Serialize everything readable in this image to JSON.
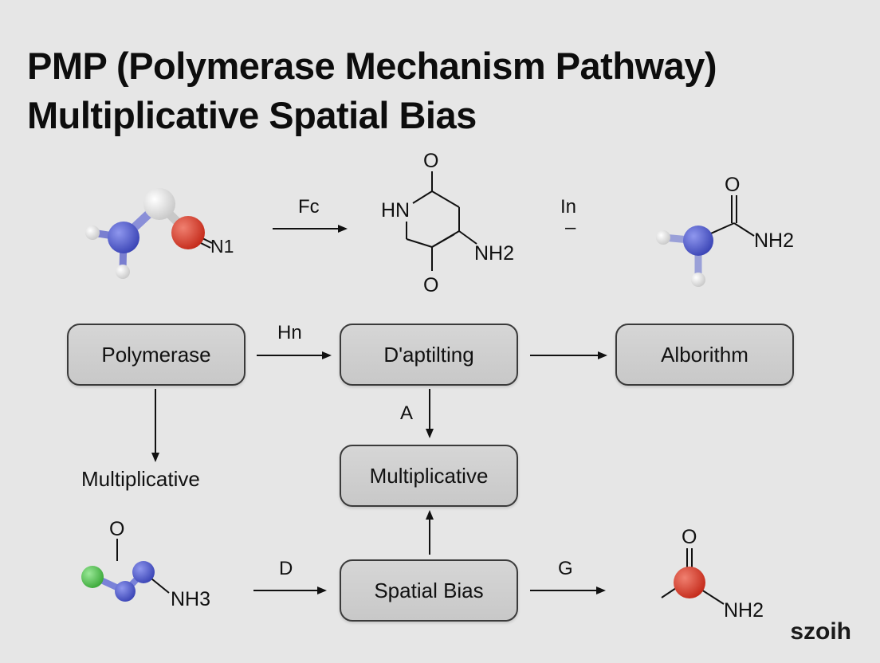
{
  "title": {
    "line1": "PMP (Polymerase Mechanism Pathway)",
    "line2": "Multiplicative Spatial Bias"
  },
  "boxes": {
    "polymerase": "Polymerase",
    "daptilting": "D'aptilting",
    "alborithm": "Alborithm",
    "multiplicative": "Multiplicative",
    "spatial_bias": "Spatial Bias"
  },
  "plain_text": {
    "multiplicative_left": "Multiplicative"
  },
  "arrow_labels": {
    "fc": "Fc",
    "in": "In",
    "in_dash": "–",
    "hn": "Hn",
    "a": "A",
    "d": "D",
    "g": "G"
  },
  "molecules": {
    "mol1_n1": "N1",
    "mol2_o_top": "O",
    "mol2_hn": "HN",
    "mol2_nh2": "NH2",
    "mol2_o_bottom": "O",
    "mol3_o": "O",
    "mol3_nh2": "NH2",
    "mol4_o": "O",
    "mol4_nh3": "NH3",
    "mol5_o": "O",
    "mol5_nh2": "NH2"
  },
  "watermark": "szoih",
  "colors": {
    "background": "#e6e6e6",
    "atom_blue": "#4a55c8",
    "atom_red": "#d63a2a",
    "atom_white": "#f2f2f2",
    "atom_green": "#4cc24a"
  }
}
